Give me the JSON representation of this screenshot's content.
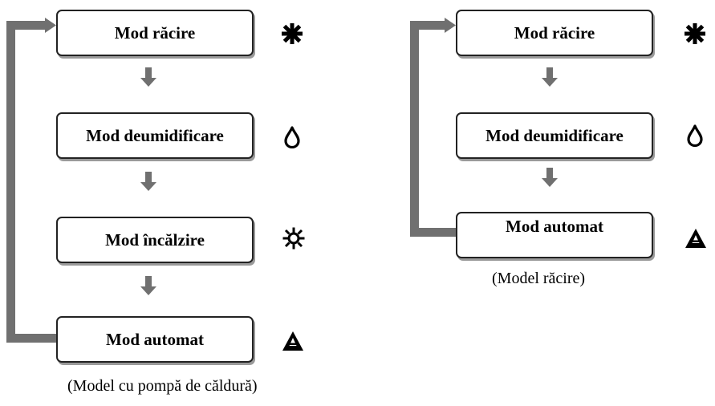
{
  "colors": {
    "connector": "#707070",
    "box_border": "#222222",
    "box_shadow": "#9a9a9a",
    "icon": "#000000"
  },
  "heat_pump_model": {
    "caption": "(Model cu pompă de căldură)",
    "modes": [
      {
        "label": "Mod răcire",
        "icon": "snowflake-icon"
      },
      {
        "label": "Mod deumidificare",
        "icon": "water-drop-icon"
      },
      {
        "label": "Mod încălzire",
        "icon": "sun-icon"
      },
      {
        "label": "Mod automat",
        "icon": "auto-icon"
      }
    ]
  },
  "cooling_model": {
    "caption": "(Model răcire)",
    "modes": [
      {
        "label": "Mod răcire",
        "icon": "snowflake-icon"
      },
      {
        "label": "Mod deumidificare",
        "icon": "water-drop-icon"
      },
      {
        "label": "Mod automat",
        "icon": "auto-icon"
      }
    ]
  }
}
